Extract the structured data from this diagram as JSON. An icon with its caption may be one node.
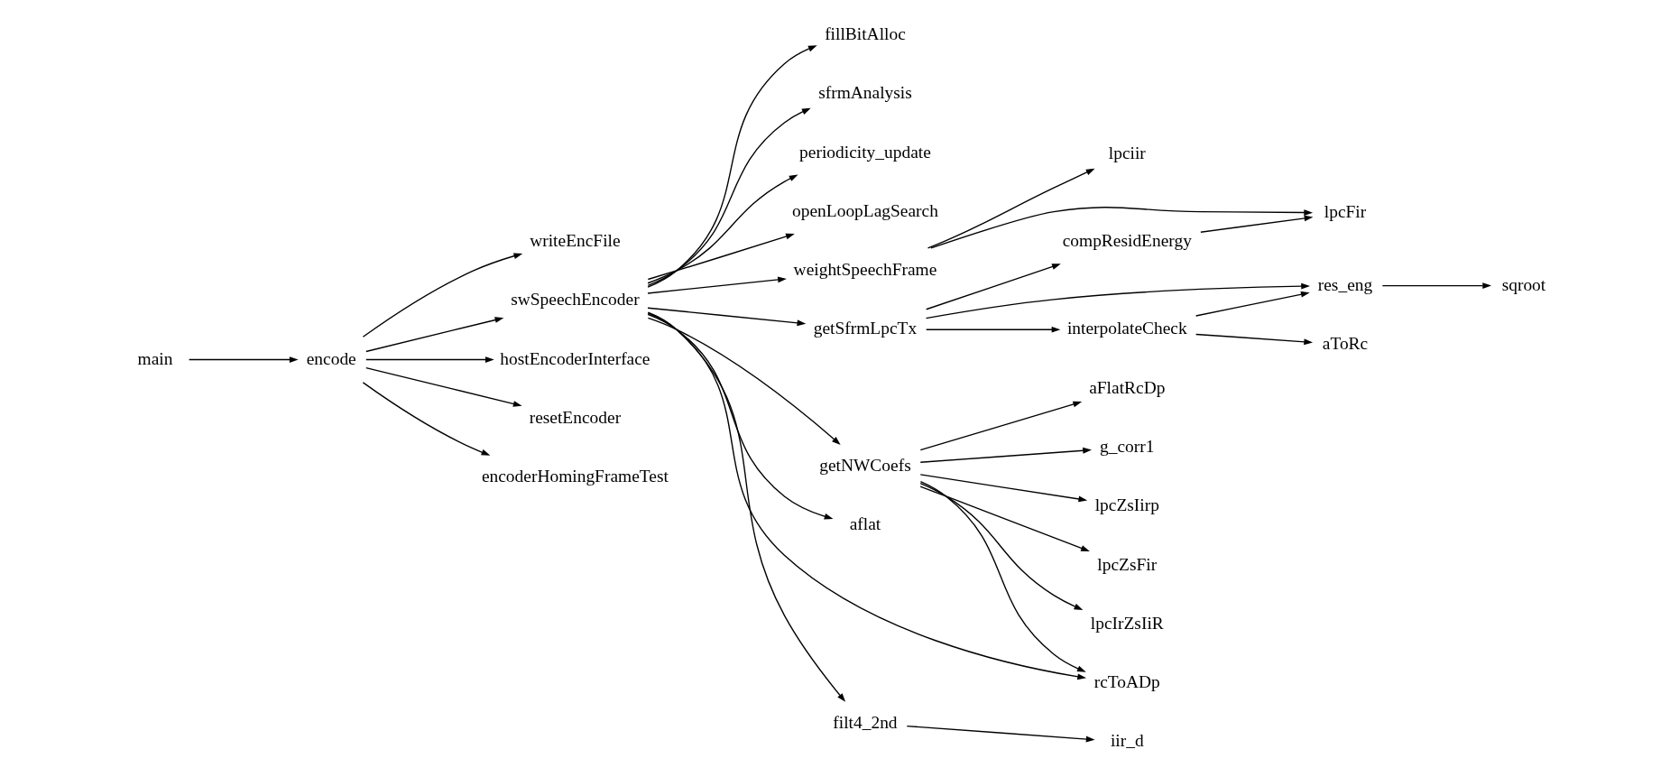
{
  "diagram": {
    "nodes": [
      {
        "text": [
          "main"
        ]
      },
      {
        "text": [
          "encode"
        ]
      },
      {
        "text": [
          "writeEncFile"
        ]
      },
      {
        "text": [
          "swSpeechEncoder"
        ]
      },
      {
        "text": [
          "hostEncoderInterface"
        ]
      },
      {
        "text": [
          "resetEncoder"
        ]
      },
      {
        "text": [
          "encoderHomingFrameTest"
        ]
      },
      {
        "text": [
          "fillBitAlloc"
        ]
      },
      {
        "text": [
          "sfrmAnalysis"
        ]
      },
      {
        "text": [
          "periodicity_update"
        ]
      },
      {
        "text": [
          "openLoopLagSearch"
        ]
      },
      {
        "text": [
          "weightSpeechFrame"
        ]
      },
      {
        "text": [
          "getSfrmLpcTx"
        ]
      },
      {
        "text": [
          "getNWCoefs"
        ]
      },
      {
        "text": [
          "aflat"
        ]
      },
      {
        "text": [
          "filt4_2nd"
        ]
      },
      {
        "text": [
          "lpciir"
        ]
      },
      {
        "text": [
          "lpcFir"
        ]
      },
      {
        "text": [
          "res_eng"
        ]
      },
      {
        "text": [
          "sqroot"
        ]
      },
      {
        "text": [
          "compResidEnergy"
        ]
      },
      {
        "text": [
          "interpolateCheck"
        ]
      },
      {
        "text": [
          "aToRc"
        ]
      },
      {
        "text": [
          "rcToADp"
        ]
      },
      {
        "text": [
          "aFlatRcDp"
        ]
      },
      {
        "text": [
          "g_corr1"
        ]
      },
      {
        "text": [
          "lpcZsIirp"
        ]
      },
      {
        "text": [
          "lpcZsFir"
        ]
      },
      {
        "text": [
          "lpcIrZsIiR"
        ]
      },
      {
        "text": [
          "iir_d"
        ]
      }
    ],
    "edges": [
      {
        "from": 0,
        "to": 1,
        "arrow": "to"
      },
      {
        "from": 1,
        "to": 2,
        "arrow": "to"
      },
      {
        "from": 1,
        "to": 3,
        "arrow": "to"
      },
      {
        "from": 1,
        "to": 4,
        "arrow": "to"
      },
      {
        "from": 1,
        "to": 5,
        "arrow": "to"
      },
      {
        "from": 1,
        "to": 6,
        "arrow": "to"
      },
      {
        "from": 3,
        "to": 7,
        "arrow": "to"
      },
      {
        "from": 3,
        "to": 8,
        "arrow": "to"
      },
      {
        "from": 3,
        "to": 9,
        "arrow": "to"
      },
      {
        "from": 3,
        "to": 10,
        "arrow": "to"
      },
      {
        "from": 3,
        "to": 11,
        "arrow": "to"
      },
      {
        "from": 3,
        "to": 12,
        "arrow": "to"
      },
      {
        "from": 3,
        "to": 23,
        "arrow": "to"
      },
      {
        "from": 3,
        "to": 13,
        "arrow": "to"
      },
      {
        "from": 3,
        "to": 14,
        "arrow": "to"
      },
      {
        "from": 3,
        "to": 15,
        "arrow": "to"
      },
      {
        "from": 11,
        "to": 16,
        "arrow": "to"
      },
      {
        "from": 11,
        "to": 17,
        "arrow": "to"
      },
      {
        "from": 12,
        "to": 18,
        "arrow": "to"
      },
      {
        "from": 12,
        "to": 20,
        "arrow": "to"
      },
      {
        "from": 12,
        "to": 21,
        "arrow": "to"
      },
      {
        "from": 20,
        "to": 17,
        "arrow": "to"
      },
      {
        "from": 21,
        "to": 18,
        "arrow": "to"
      },
      {
        "from": 21,
        "to": 22,
        "arrow": "to"
      },
      {
        "from": 18,
        "to": 19,
        "arrow": "to"
      },
      {
        "from": 13,
        "to": 23,
        "arrow": "to"
      },
      {
        "from": 13,
        "to": 24,
        "arrow": "to"
      },
      {
        "from": 13,
        "to": 25,
        "arrow": "to"
      },
      {
        "from": 13,
        "to": 26,
        "arrow": "to"
      },
      {
        "from": 13,
        "to": 27,
        "arrow": "to"
      },
      {
        "from": 13,
        "to": 28,
        "arrow": "to"
      },
      {
        "from": 15,
        "to": 29,
        "arrow": "to"
      }
    ]
  }
}
